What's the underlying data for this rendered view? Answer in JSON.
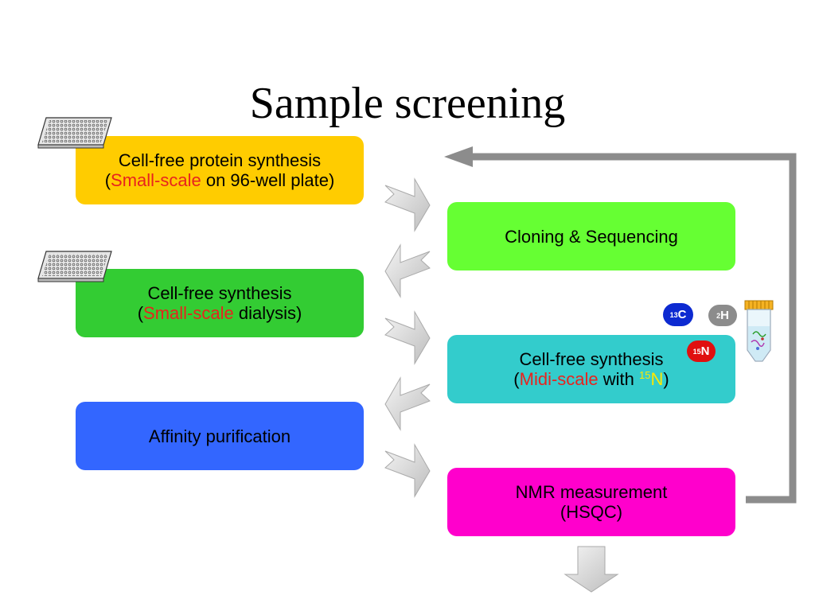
{
  "title": "Sample screening",
  "left_steps": {
    "step1": {
      "line1": "Cell-free protein synthesis",
      "open": "(",
      "highlight": "Small-scale",
      "rest": " on 96-well plate)"
    },
    "step2": {
      "line1": "Cell-free synthesis",
      "open": "(",
      "highlight": "Small-scale",
      "rest": " dialysis)"
    },
    "step3": {
      "line1": "Affinity purification"
    }
  },
  "right_steps": {
    "step1": {
      "line1": "Cloning & Sequencing"
    },
    "step2": {
      "line1": "Cell-free synthesis",
      "open": "(",
      "highlight": "Midi-scale",
      "mid": " with ",
      "isotope_mass": "15",
      "isotope_symbol": "N",
      "close": ")"
    },
    "step3": {
      "line1": "NMR measurement",
      "line2": "(HSQC)"
    }
  },
  "isotope_badges": {
    "carbon": {
      "mass": "13",
      "symbol": "C"
    },
    "deuterium": {
      "mass": "2",
      "symbol": "H"
    },
    "nitrogen": {
      "mass": "15",
      "symbol": "N"
    }
  },
  "colors": {
    "step_left_1": "#ffcc00",
    "step_left_2": "#33cc33",
    "step_left_3": "#3366ff",
    "step_right_1": "#66ff33",
    "step_right_2": "#33cccc",
    "step_right_3": "#ff00cc",
    "highlight_red": "#e8231e",
    "highlight_yellow": "#ffe800",
    "loop_arrow": "#8c8c8c",
    "badge_carbon": "#0d2ad1",
    "badge_deuterium": "#8c8c8c",
    "badge_nitrogen": "#e01010"
  },
  "icons": [
    "96-well-plate-icon",
    "sample-tube-icon",
    "loop-back-arrow",
    "zigzag-flow-arrow"
  ]
}
